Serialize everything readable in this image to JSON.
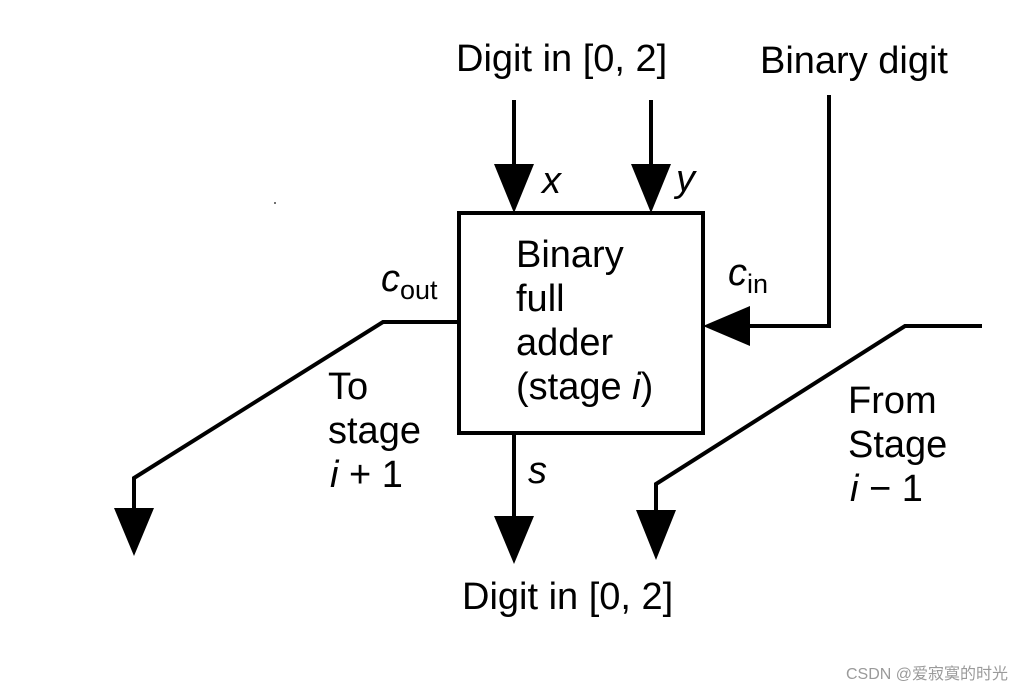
{
  "labels": {
    "top_input": "Digit in [0, 2]",
    "binary_digit": "Binary digit",
    "x": "x",
    "y": "y",
    "c": "c",
    "c_out_sub": "out",
    "c_in_sub": "in",
    "block_line1": "Binary",
    "block_line2": "full",
    "block_line3": "adder",
    "block_line4_pre": "(stage ",
    "block_line4_i": "i",
    "block_line4_post": ")",
    "s": "s",
    "to_line1": "To",
    "to_line2": "stage",
    "to_line3_i": "i",
    "to_line3_rest": " + 1",
    "from_line1": "From",
    "from_line2": "Stage",
    "from_line3_i": "i",
    "from_line3_rest": " − 1",
    "bottom_output": "Digit in [0, 2]"
  },
  "watermark": "CSDN @爱寂寞的时光",
  "colors": {
    "line": "#000000",
    "background": "#ffffff",
    "watermark": "#9a9a9a"
  }
}
